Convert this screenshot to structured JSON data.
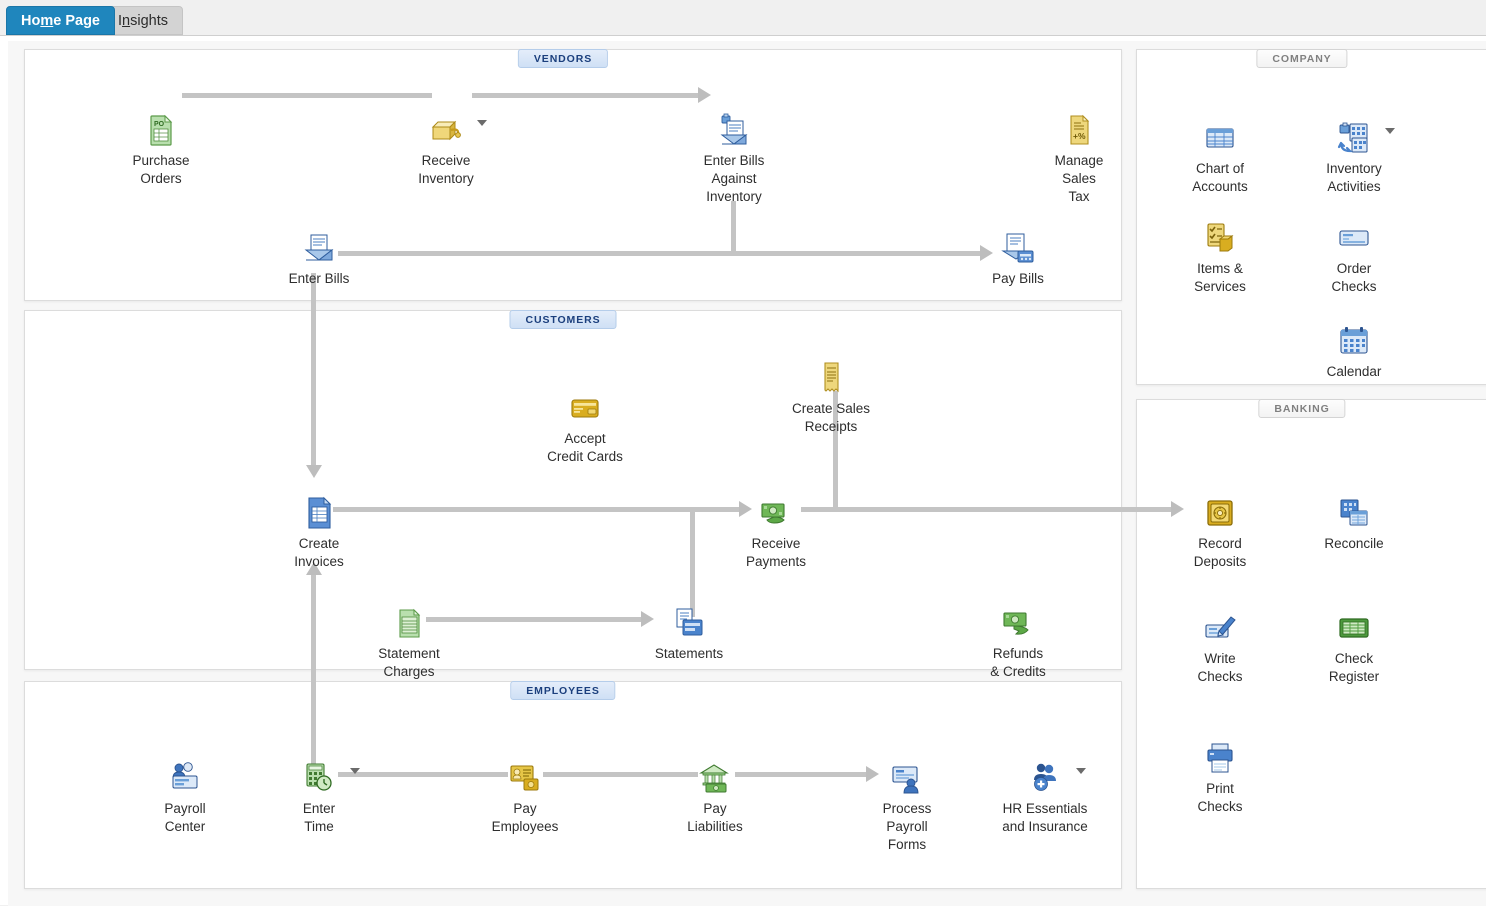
{
  "tabs": [
    {
      "id": "home-page",
      "label": "Home Page",
      "active": true
    },
    {
      "id": "insights",
      "label": "Insights",
      "active": false
    }
  ],
  "colors": {
    "tab_active_bg": "#1f86bd",
    "tab_inactive_bg": "#d3d3d3",
    "badge_blue_text": "#1b3f7d",
    "badge_grey_text": "#808080",
    "connector": "#c4c4c4",
    "page_bg": "#f0f0f0",
    "panel_bg": "#ffffff",
    "icon_blue": "#3a77c4",
    "icon_green": "#4e9a3e",
    "icon_gold": "#d8aa1e"
  },
  "sections": {
    "vendors": {
      "badge": "VENDORS"
    },
    "customers": {
      "badge": "CUSTOMERS"
    },
    "employees": {
      "badge": "EMPLOYEES"
    },
    "company": {
      "badge": "COMPANY"
    },
    "banking": {
      "badge": "BANKING"
    }
  },
  "vendors_items": [
    {
      "id": "purchase-orders",
      "label": "Purchase\nOrders",
      "icon": "purchase-orders-icon",
      "dropdown": false
    },
    {
      "id": "receive-inventory",
      "label": "Receive\nInventory",
      "icon": "receive-inventory-icon",
      "dropdown": true
    },
    {
      "id": "enter-bills-against-inventory",
      "label": "Enter Bills\nAgainst\nInventory",
      "icon": "enter-bills-against-inventory-icon",
      "dropdown": false
    },
    {
      "id": "manage-sales-tax",
      "label": "Manage\nSales\nTax",
      "icon": "manage-sales-tax-icon",
      "dropdown": false
    },
    {
      "id": "enter-bills",
      "label": "Enter Bills",
      "icon": "enter-bills-icon",
      "dropdown": false
    },
    {
      "id": "pay-bills",
      "label": "Pay Bills",
      "icon": "pay-bills-icon",
      "dropdown": false
    }
  ],
  "customers_items": [
    {
      "id": "accept-credit-cards",
      "label": "Accept\nCredit Cards",
      "icon": "credit-card-icon",
      "dropdown": false
    },
    {
      "id": "create-sales-receipts",
      "label": "Create Sales\nReceipts",
      "icon": "sales-receipt-icon",
      "dropdown": false
    },
    {
      "id": "create-invoices",
      "label": "Create\nInvoices",
      "icon": "create-invoices-icon",
      "dropdown": false
    },
    {
      "id": "receive-payments",
      "label": "Receive\nPayments",
      "icon": "receive-payments-icon",
      "dropdown": false
    },
    {
      "id": "statement-charges",
      "label": "Statement\nCharges",
      "icon": "statement-charges-icon",
      "dropdown": false
    },
    {
      "id": "statements",
      "label": "Statements",
      "icon": "statements-icon",
      "dropdown": false
    },
    {
      "id": "refunds-credits",
      "label": "Refunds\n& Credits",
      "icon": "refunds-credits-icon",
      "dropdown": false
    }
  ],
  "employees_items": [
    {
      "id": "payroll-center",
      "label": "Payroll\nCenter",
      "icon": "payroll-center-icon",
      "dropdown": false
    },
    {
      "id": "enter-time",
      "label": "Enter\nTime",
      "icon": "enter-time-icon",
      "dropdown": true
    },
    {
      "id": "pay-employees",
      "label": "Pay\nEmployees",
      "icon": "pay-employees-icon",
      "dropdown": false
    },
    {
      "id": "pay-liabilities",
      "label": "Pay\nLiabilities",
      "icon": "pay-liabilities-icon",
      "dropdown": false
    },
    {
      "id": "process-payroll-forms",
      "label": "Process\nPayroll\nForms",
      "icon": "payroll-forms-icon",
      "dropdown": false
    },
    {
      "id": "hr-essentials-insurance",
      "label": "HR Essentials\nand Insurance",
      "icon": "hr-essentials-icon",
      "dropdown": true
    }
  ],
  "company_items": [
    {
      "id": "chart-of-accounts",
      "label": "Chart of\nAccounts",
      "icon": "chart-of-accounts-icon",
      "dropdown": false
    },
    {
      "id": "inventory-activities",
      "label": "Inventory\nActivities",
      "icon": "inventory-activities-icon",
      "dropdown": true
    },
    {
      "id": "items-services",
      "label": "Items &\nServices",
      "icon": "items-services-icon",
      "dropdown": false
    },
    {
      "id": "order-checks",
      "label": "Order\nChecks",
      "icon": "order-checks-icon",
      "dropdown": false
    },
    {
      "id": "calendar",
      "label": "Calendar",
      "icon": "calendar-icon",
      "dropdown": false
    }
  ],
  "banking_items": [
    {
      "id": "record-deposits",
      "label": "Record\nDeposits",
      "icon": "record-deposits-icon",
      "dropdown": false
    },
    {
      "id": "reconcile",
      "label": "Reconcile",
      "icon": "reconcile-icon",
      "dropdown": false
    },
    {
      "id": "write-checks",
      "label": "Write\nChecks",
      "icon": "write-checks-icon",
      "dropdown": false
    },
    {
      "id": "check-register",
      "label": "Check\nRegister",
      "icon": "check-register-icon",
      "dropdown": false
    },
    {
      "id": "print-checks",
      "label": "Print\nChecks",
      "icon": "print-checks-icon",
      "dropdown": false
    }
  ]
}
